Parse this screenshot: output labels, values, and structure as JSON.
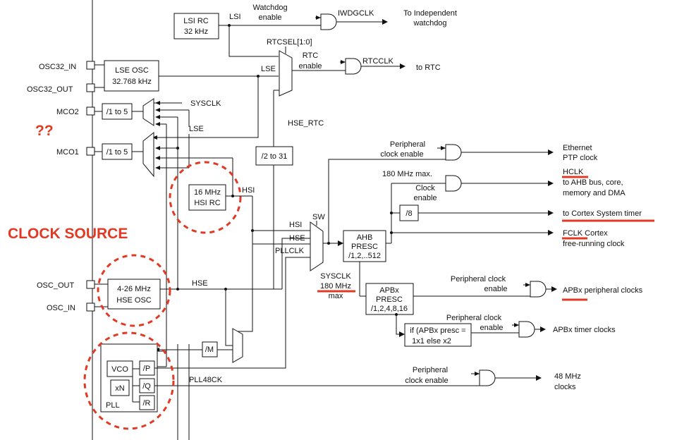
{
  "annotations": {
    "clock_source": "CLOCK SOURCE",
    "question": "??"
  },
  "pins": {
    "osc32_in": "OSC32_IN",
    "osc32_out": "OSC32_OUT",
    "mco2": "MCO2",
    "mco1": "MCO1",
    "osc_out": "OSC_OUT",
    "osc_in": "OSC_IN"
  },
  "blocks": {
    "lsi_rc": [
      "LSI RC",
      "32 kHz"
    ],
    "lse_osc": [
      "LSE OSC",
      "32.768 kHz"
    ],
    "div_mco2": "/1 to 5",
    "div_mco1": "/1 to 5",
    "hsi_rc": [
      "16 MHz",
      "HSI RC"
    ],
    "hse_osc": [
      "4-26 MHz",
      "HSE OSC"
    ],
    "div_2_31": "/2 to 31",
    "div_m": "/M",
    "vco": "VCO",
    "xn": "xN",
    "div_p": "/P",
    "div_q": "/Q",
    "div_r": "/R",
    "pll": "PLL",
    "ahb_presc": [
      "AHB",
      "PRESC",
      "/1,2,..512"
    ],
    "apbx_presc": [
      "APBx",
      "PRESC",
      "/1,2,4,8,16"
    ],
    "div_8": "/8",
    "timer_mult": [
      "if (APBx presc =",
      "1x1 else x2"
    ]
  },
  "signals": {
    "lsi": "LSI",
    "lse": "LSE",
    "lse_mco": "LSE",
    "sysclk_mco": "SYSCLK",
    "hsi": "HSI",
    "hse": "HSE",
    "hsi_mux": "HSI",
    "hse_mux": "HSE",
    "pllclk": "PLLCLK",
    "sw": "SW",
    "hse_rtc": "HSE_RTC",
    "rtcsel": "RTCSEL[1:0]",
    "pll48ck": "PLL48CK",
    "sysclk_info": [
      "SYSCLK",
      "180 MHz",
      "max"
    ],
    "ahb_max": "180 MHz max."
  },
  "enables": {
    "watchdog": [
      "Watchdog",
      "enable"
    ],
    "rtc": [
      "RTC",
      "enable"
    ],
    "eth": [
      "Peripheral",
      "clock enable"
    ],
    "ahb": [
      "Clock",
      "enable"
    ],
    "apb": [
      "Peripheral clock",
      "enable"
    ],
    "apb_timer": [
      "Peripheral clock",
      "enable"
    ],
    "pll48": [
      "Peripheral",
      "clock enable"
    ]
  },
  "outputs": {
    "iwdgclk": "IWDGCLK",
    "independent_watchdog": [
      "To Independent",
      "watchdog"
    ],
    "rtcclk": "RTCCLK",
    "to_rtc": "to RTC",
    "ethernet": [
      "Ethernet",
      "PTP clock"
    ],
    "hclk_title": "HCLK",
    "hclk_desc": [
      "to AHB bus, core,",
      "memory and DMA"
    ],
    "cortex_timer": "to Cortex System timer",
    "fclk_title": "FCLK",
    "fclk_rest": " Cortex",
    "fclk_desc": "free-running clock",
    "apbx_periph": "APBx peripheral clocks",
    "apbx_timer": "APBx timer clocks",
    "mhz48": [
      "48 MHz",
      "clocks"
    ]
  }
}
